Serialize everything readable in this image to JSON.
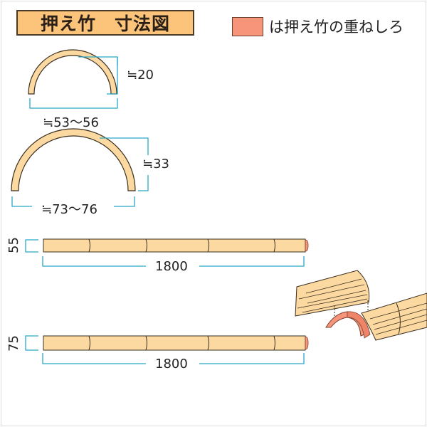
{
  "title": "押え竹　寸法図",
  "legend": {
    "swatch_color": "#f6957a",
    "text": "は押え竹の重ねしろ"
  },
  "small_arc": {
    "height_label": "≒20",
    "width_label": "≒53〜56"
  },
  "large_arc": {
    "height_label": "≒33",
    "width_label": "≒73〜76"
  },
  "rod_55": {
    "diameter_label": "55",
    "length_label": "1800"
  },
  "rod_75": {
    "diameter_label": "75",
    "length_label": "1800"
  },
  "colors": {
    "bamboo": "#fcd9a0",
    "outline": "#3a2e20",
    "dimension_line": "#2aa8c8",
    "overlap": "#f6957a"
  }
}
